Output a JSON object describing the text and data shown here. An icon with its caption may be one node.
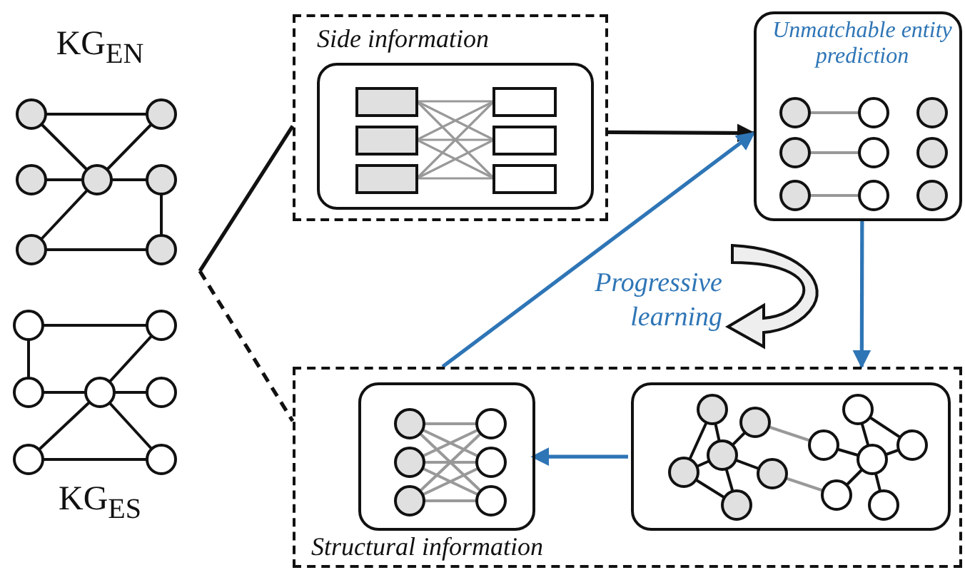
{
  "diagram": {
    "nodes": [
      {
        "text": [
          "KG$_{EN}$"
        ]
      },
      {
        "text": [
          "KG$_{ES}$"
        ]
      },
      {
        "text": [
          "Side information"
        ]
      },
      {
        "text": [],
        "shape": "box",
        "in": 2
      },
      {
        "text": [
          "Unmatchable entity prediction"
        ]
      },
      {
        "text": [
          "Structural information"
        ]
      },
      {
        "text": [],
        "shape": "box",
        "in": 5
      },
      {
        "text": [],
        "shape": "box",
        "in": 5
      }
    ],
    "edges": [
      {
        "from": null,
        "to": 2,
        "arrow": "none"
      },
      {
        "from": null,
        "to": 5,
        "arrow": "none",
        "style": "dashed"
      },
      {
        "from": 2,
        "to": 4,
        "arrow": "to"
      },
      {
        "from": 5,
        "to": 4,
        "arrow": "to",
        "color": "#2e75b6"
      },
      {
        "from": 4,
        "to": 5,
        "arrow": "to",
        "color": "#2e75b6"
      },
      {
        "from": 7,
        "to": 6,
        "arrow": "to",
        "color": "#2e75b6"
      }
    ],
    "labels": [
      "Progressive learning"
    ]
  }
}
